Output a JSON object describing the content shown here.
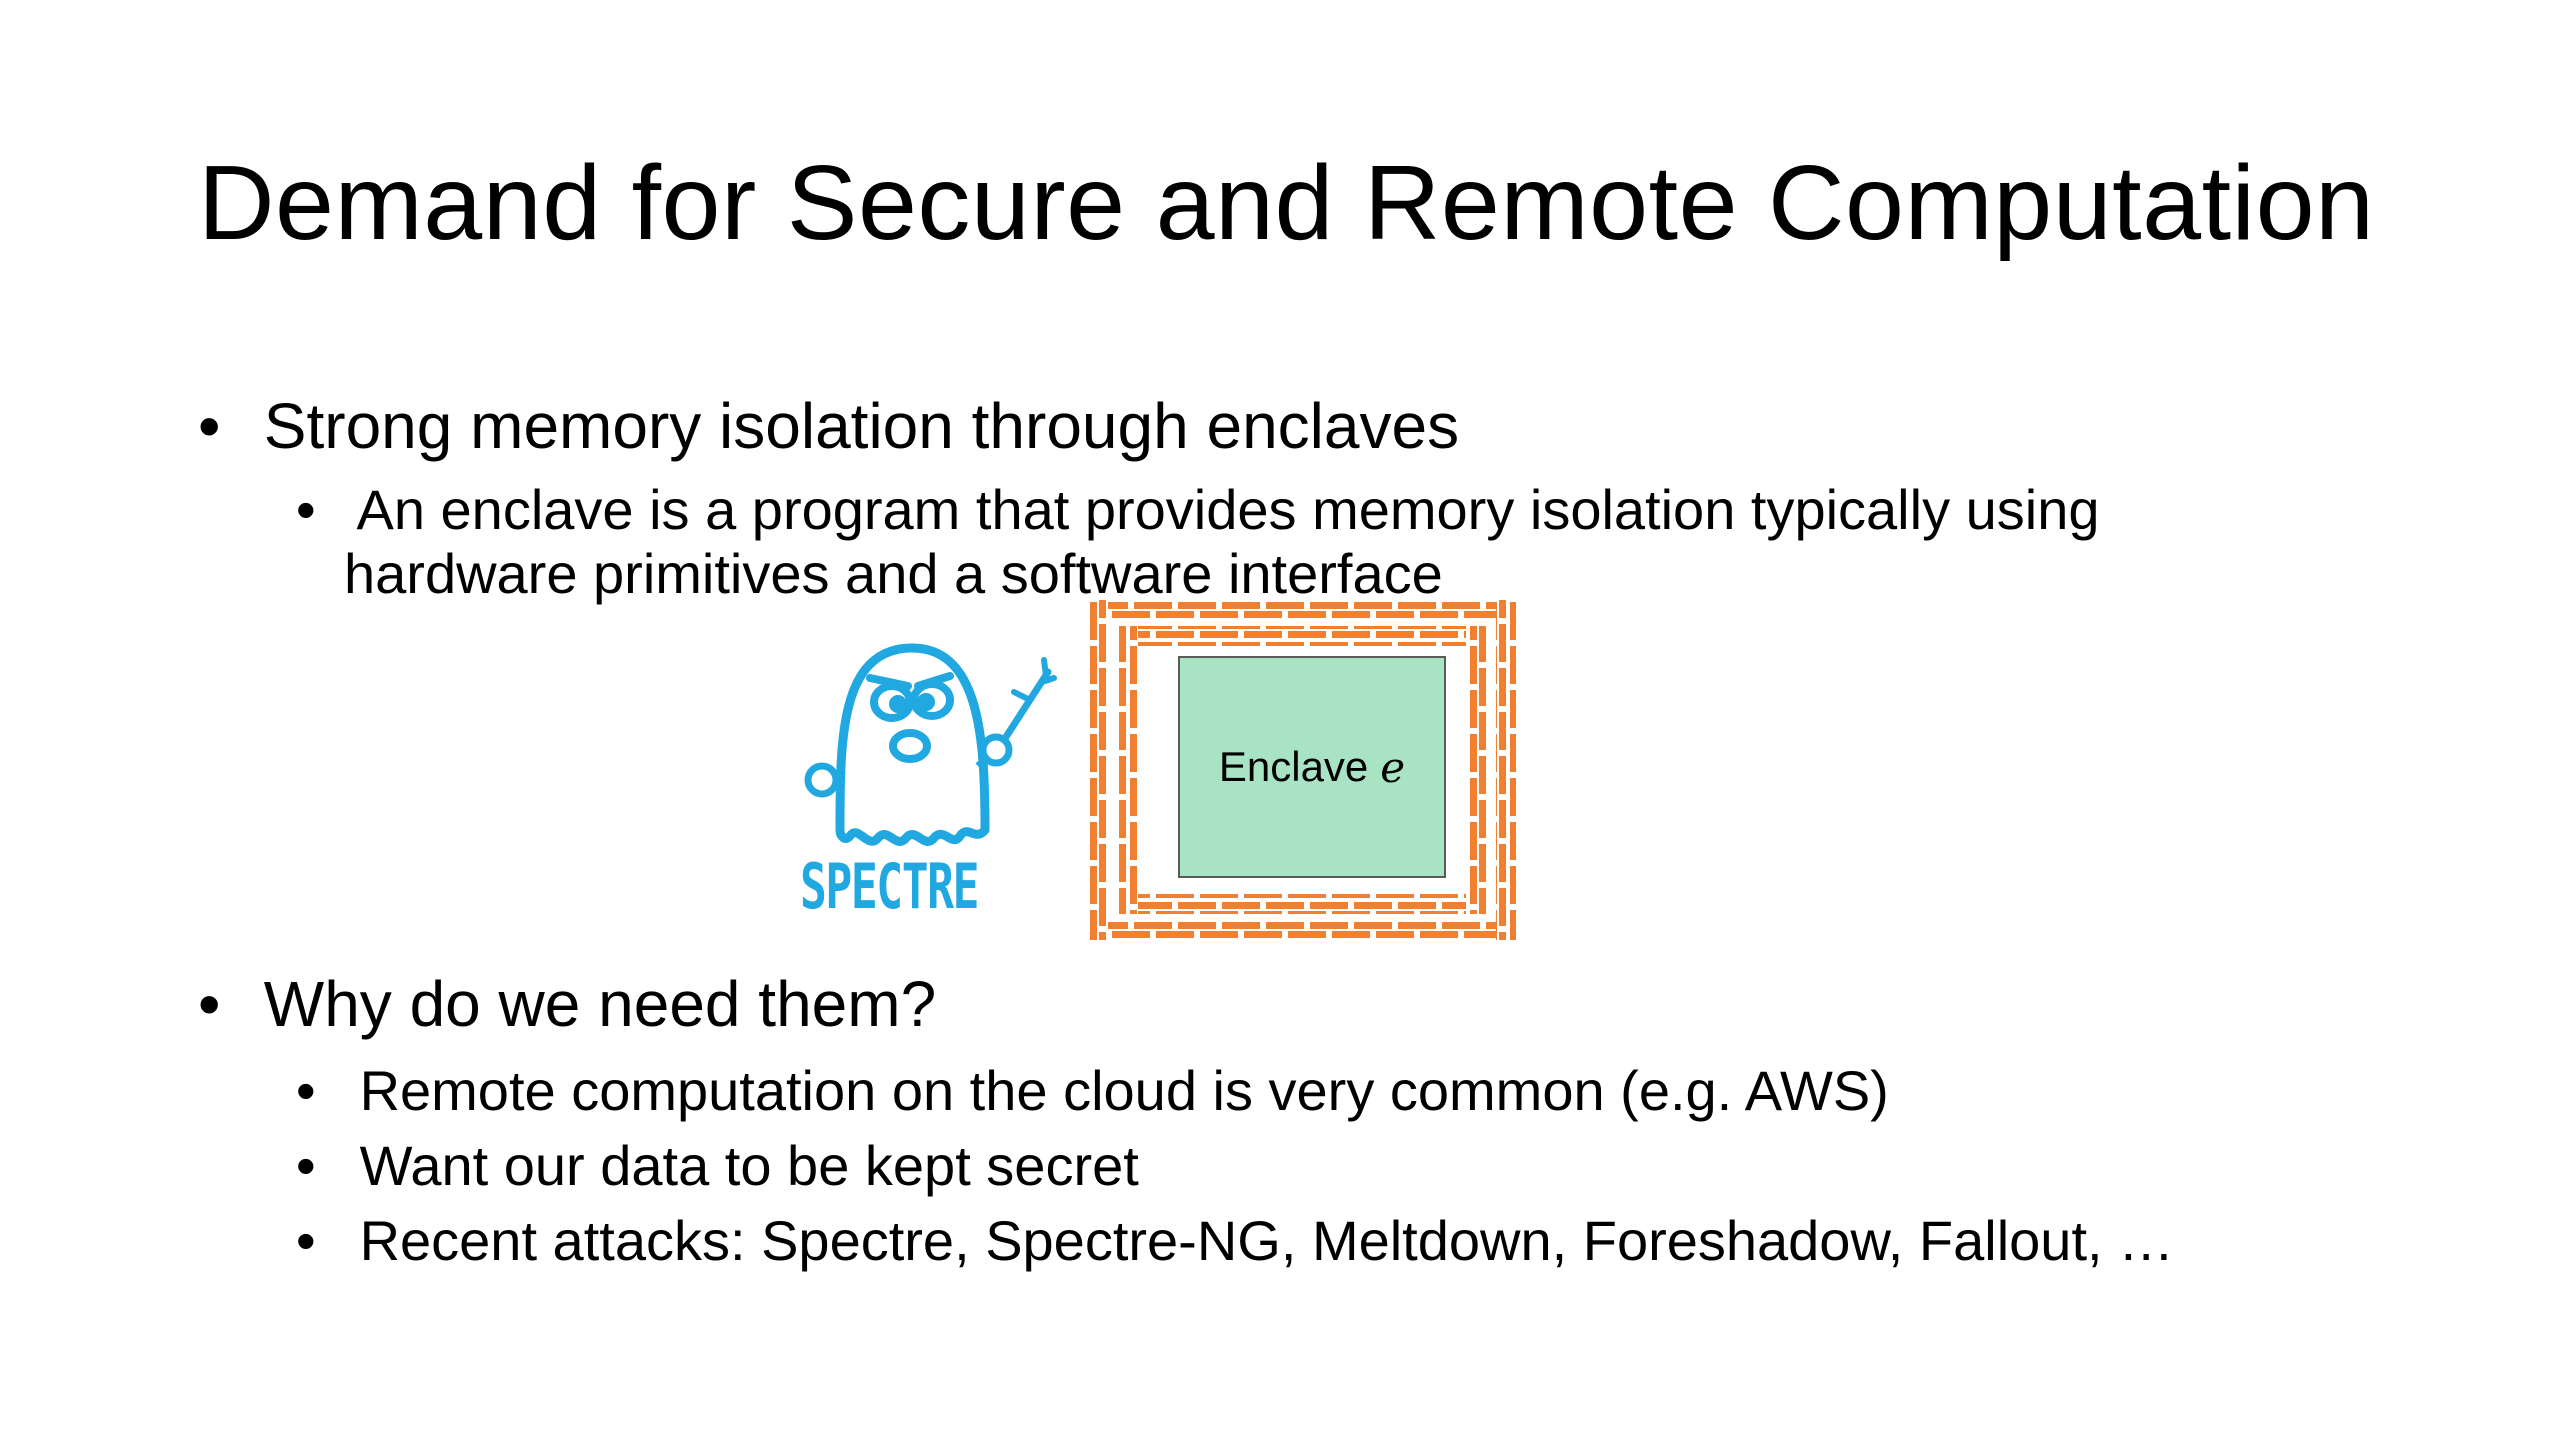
{
  "slide": {
    "title": "Demand for Secure and Remote Computation",
    "bullet_char": "•",
    "sections": [
      {
        "heading": "Strong memory isolation through enclaves",
        "items": [
          {
            "line1": "An enclave is a program that provides memory isolation typically using",
            "line2": "hardware primitives and a software interface"
          }
        ]
      },
      {
        "heading": "Why do we need them?",
        "items": [
          "Remote computation on the cloud is very common (e.g. AWS)",
          "Want our data to be kept secret",
          "Recent attacks: Spectre, Spectre-NG, Meltdown, Foreshadow, Fallout, …"
        ]
      }
    ]
  },
  "figure": {
    "logo_text": "SPECTRE",
    "enclave_label": "Enclave",
    "enclave_var": "e",
    "colors": {
      "spectre_blue": "#21a8e0",
      "brick_orange": "#f07f2f",
      "enclave_green": "#a8e4c4"
    },
    "icons": [
      "spectre-ghost-icon",
      "brick-wall-icon"
    ]
  }
}
